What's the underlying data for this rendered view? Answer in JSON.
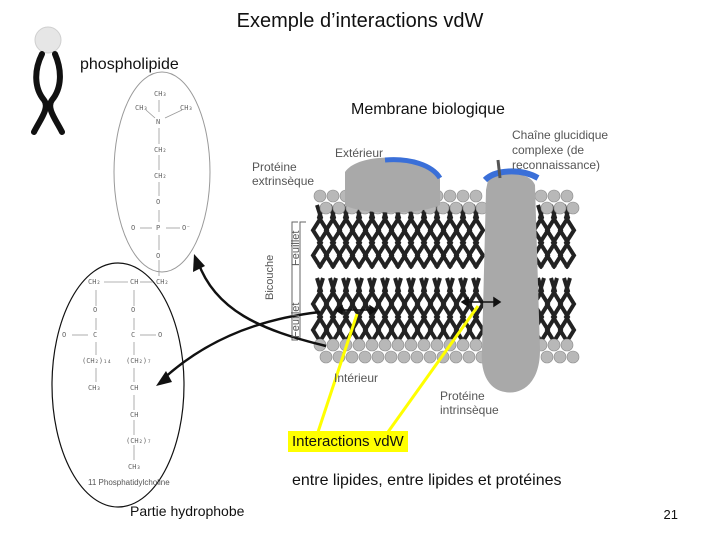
{
  "slide": {
    "title": "Exemple d’interactions vdW",
    "phospholipid_label": "phospholipide",
    "membrane_label": "Membrane biologique",
    "vdw_box": "Interactions vdW",
    "vdw_subtitle": "entre lipides, entre lipides et protéines",
    "hydrophobic_label": "Partie hydrophobe",
    "page_number": "21"
  },
  "membrane_figure": {
    "exterior": "Extérieur",
    "interior": "Intérieur",
    "extrinsic_protein": "Protéine extrinsèque",
    "intrinsic_protein": "Protéine intrinsèque",
    "glycan_chain": "Chaîne glucidique complexe (de reconnaissance)",
    "bilayer": "Bicouche",
    "leaflet_top": "Feuillet",
    "leaflet_bottom": "Feuillet"
  },
  "molecule_figure": {
    "caption": "11 Phosphatidylcholine",
    "ch3_a": "CH₃",
    "ch3_b": "CH₃",
    "ch3_c": "CH₃",
    "n": "N",
    "ch2_a": "CH₂",
    "ch2_b": "CH₂",
    "o_a": "O",
    "p": "P",
    "o_minus": "O⁻",
    "o_b": "O",
    "ch2_c": "CH₂",
    "ch": "CH",
    "ch2_d": "CH₂",
    "c_a": "C",
    "c_b": "C",
    "ch2_14": "(CH₂)₁₄",
    "ch2_7": "(CH₂)₇",
    "ch3_d": "CH₃",
    "ch_e": "CH",
    "ch_f": "CH",
    "ch2_7b": "(CH₂)₇",
    "ch3_e": "CH₃"
  },
  "colors": {
    "highlight": "#ffff00",
    "arrow": "#111111",
    "protein": "#a9a9a9",
    "glycan": "#3a6fd8",
    "lipid_head": "#b8b8b8"
  }
}
